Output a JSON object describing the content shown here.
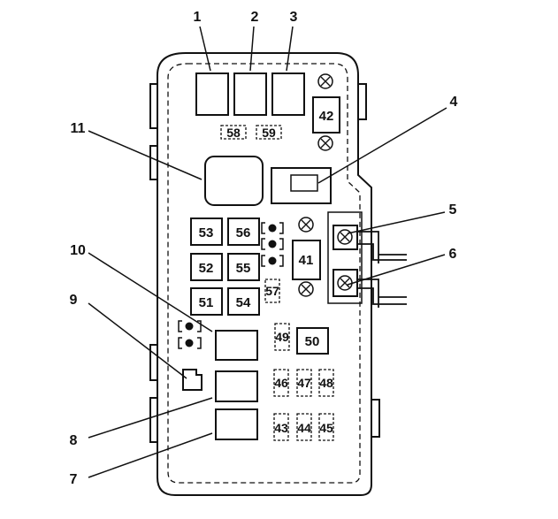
{
  "callouts": [
    "1",
    "2",
    "3",
    "4",
    "5",
    "6",
    "7",
    "8",
    "9",
    "10",
    "11"
  ],
  "fuses": {
    "f42": "42",
    "f58": "58",
    "f59": "59",
    "f53": "53",
    "f56": "56",
    "f52": "52",
    "f55": "55",
    "f51": "51",
    "f54": "54",
    "f41": "41",
    "f57": "57",
    "f49": "49",
    "f50": "50",
    "f46": "46",
    "f47": "47",
    "f48": "48",
    "f43": "43",
    "f44": "44",
    "f45": "45"
  }
}
